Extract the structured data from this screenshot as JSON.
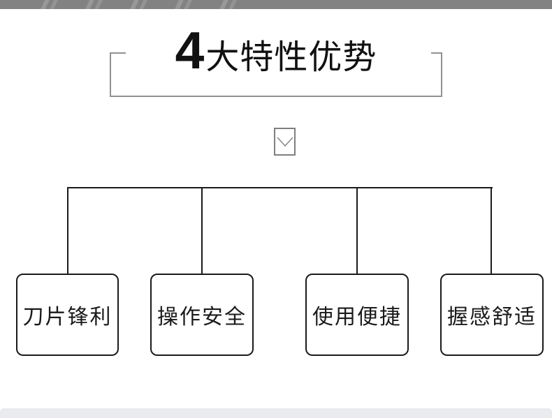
{
  "title": {
    "number": "4",
    "text": "大特性优势"
  },
  "features": [
    {
      "label": "刀片锋利"
    },
    {
      "label": "操作安全"
    },
    {
      "label": "使用便捷"
    },
    {
      "label": "握感舒适"
    }
  ],
  "icons": {
    "chevron": "chevron-down-icon"
  },
  "colors": {
    "header_bar": "#828282",
    "title_text": "#111111",
    "bracket_frame": "#919191",
    "chevron_border": "#7f7f7f",
    "connector_line": "#1a1a1a",
    "box_border": "#1a1a1a",
    "box_text": "#1a1a1a",
    "footer_bar": "#e9ebee",
    "background": "#ffffff"
  }
}
